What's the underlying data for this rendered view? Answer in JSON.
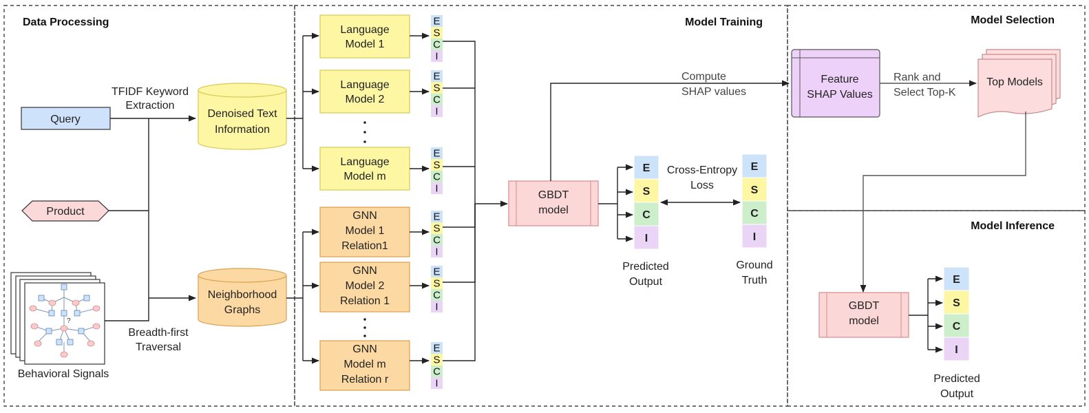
{
  "sections": {
    "data_processing": "Data Processing",
    "model_training": "Model Training",
    "model_selection": "Model Selection",
    "model_inference": "Model Inference"
  },
  "inputs": {
    "query": "Query",
    "product": "Product",
    "behavioral_signals": "Behavioral Signals"
  },
  "edges": {
    "tfidf_line1": "TFIDF Keyword",
    "tfidf_line2": "Extraction",
    "bfs_line1": "Breadth-first",
    "bfs_line2": "Traversal",
    "shap_line1": "Compute",
    "shap_line2": "SHAP values",
    "rank_line1": "Rank and",
    "rank_line2": "Select Top-K",
    "loss_line1": "Cross-Entropy",
    "loss_line2": "Loss"
  },
  "stores": {
    "denoised_line1": "Denoised Text",
    "denoised_line2": "Information",
    "neighborhood_line1": "Neighborhood",
    "neighborhood_line2": "Graphs"
  },
  "language_models": [
    {
      "line1": "Language",
      "line2": "Model 1"
    },
    {
      "line1": "Language",
      "line2": "Model 2"
    },
    {
      "line1": "Language",
      "line2": "Model m"
    }
  ],
  "gnn_models": [
    {
      "line1": "GNN",
      "line2": "Model 1",
      "line3": "Relation1"
    },
    {
      "line1": "GNN",
      "line2": "Model 2",
      "line3": "Relation 1"
    },
    {
      "line1": "GNN",
      "line2": "Model m",
      "line3": "Relation r"
    }
  ],
  "esci_labels": [
    "E",
    "S",
    "C",
    "I"
  ],
  "gbdt": {
    "line1": "GBDT",
    "line2": "model"
  },
  "outputs": {
    "predicted_line1": "Predicted",
    "predicted_line2": "Output",
    "ground_line1": "Ground",
    "ground_line2": "Truth"
  },
  "selection": {
    "feature_line1": "Feature",
    "feature_line2": "SHAP Values",
    "top_models": "Top Models"
  },
  "inference": {
    "gbdt_line1": "GBDT",
    "gbdt_line2": "model",
    "predicted_line1": "Predicted",
    "predicted_line2": "Output"
  },
  "colors": {
    "query_fill": "#cfe2fb",
    "product_fill": "#fbd9d9",
    "yellow_fill": "#fdf6a3",
    "orange_fill": "#fcd9a2",
    "gbdt_fill": "#fbd7d7",
    "feature_fill": "#eed1f8",
    "top_models_fill": "#fcdcdc",
    "esci_E": "#cde3f9",
    "esci_S": "#fdf6a3",
    "esci_C": "#cdeecb",
    "esci_I": "#ead5f7"
  }
}
